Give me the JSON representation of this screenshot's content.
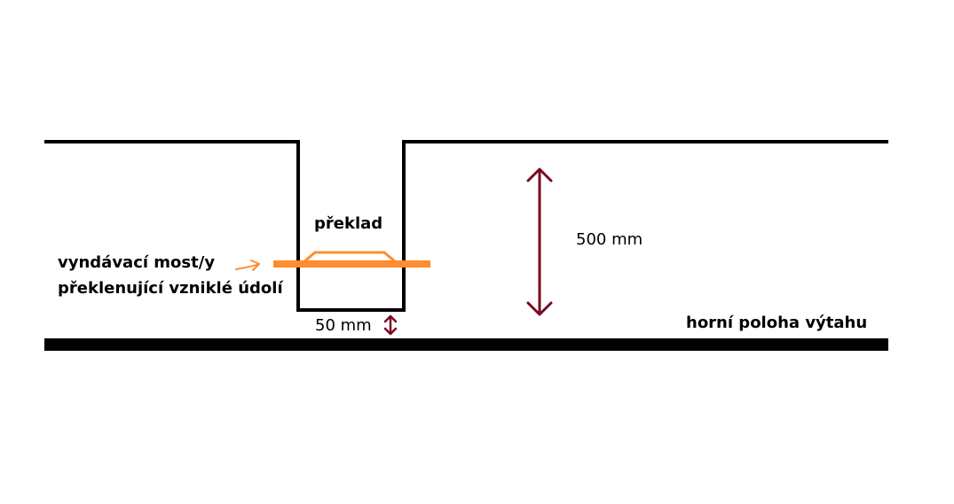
{
  "labels": {
    "preklad": "překlad",
    "bridge_line1": "vyndávací most/y",
    "bridge_line2": "překlenující vzniklé údolí",
    "height_500": "500 mm",
    "gap_50": "50 mm",
    "elevator_position": "horní poloha výtahu"
  },
  "colors": {
    "outline": "#000000",
    "bridge": "#FF8C2E",
    "dimension_arrow": "#7A0A1E"
  },
  "icons": {
    "bridge_pointer": "arrow-right-icon",
    "dimension_500": "double-arrow-vertical-icon",
    "dimension_50": "double-arrow-vertical-icon"
  }
}
